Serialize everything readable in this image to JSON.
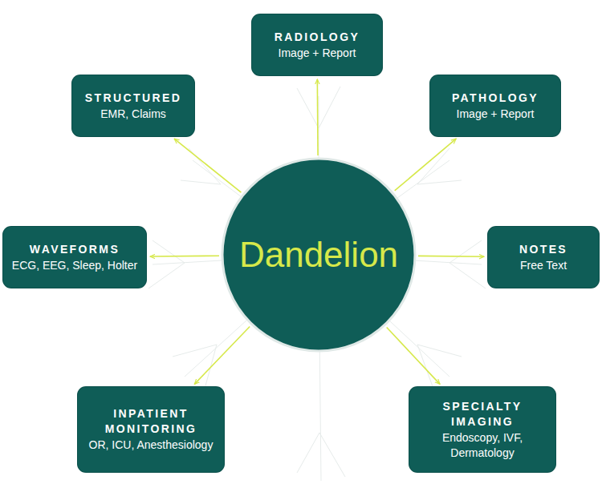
{
  "diagram": {
    "nodes": [
      {
        "text": [
          "Dandelion"
        ]
      },
      {
        "text": [
          "RADIOLOGY",
          "Image + Report"
        ]
      },
      {
        "text": [
          "PATHOLOGY",
          "Image + Report"
        ]
      },
      {
        "text": [
          "NOTES",
          "Free Text"
        ]
      },
      {
        "text": [
          "SPECIALTY IMAGING",
          "Endoscopy, IVF, Dermatology"
        ]
      },
      {
        "text": [
          "INPATIENT MONITORING",
          "OR, ICU, Anesthesiology"
        ]
      },
      {
        "text": [
          "WAVEFORMS",
          "ECG, EEG, Sleep, Holter"
        ]
      },
      {
        "text": [
          "STRUCTURED",
          "EMR, Claims"
        ]
      }
    ],
    "edges": [
      {
        "from": 0,
        "to": 1,
        "arrow": "to"
      },
      {
        "from": 0,
        "to": 2,
        "arrow": "to"
      },
      {
        "from": 0,
        "to": 3,
        "arrow": "to"
      },
      {
        "from": 0,
        "to": 4,
        "arrow": "to"
      },
      {
        "from": 0,
        "to": 5,
        "arrow": "to"
      },
      {
        "from": 0,
        "to": 6,
        "arrow": "to"
      },
      {
        "from": 0,
        "to": 7,
        "arrow": "to"
      }
    ]
  }
}
